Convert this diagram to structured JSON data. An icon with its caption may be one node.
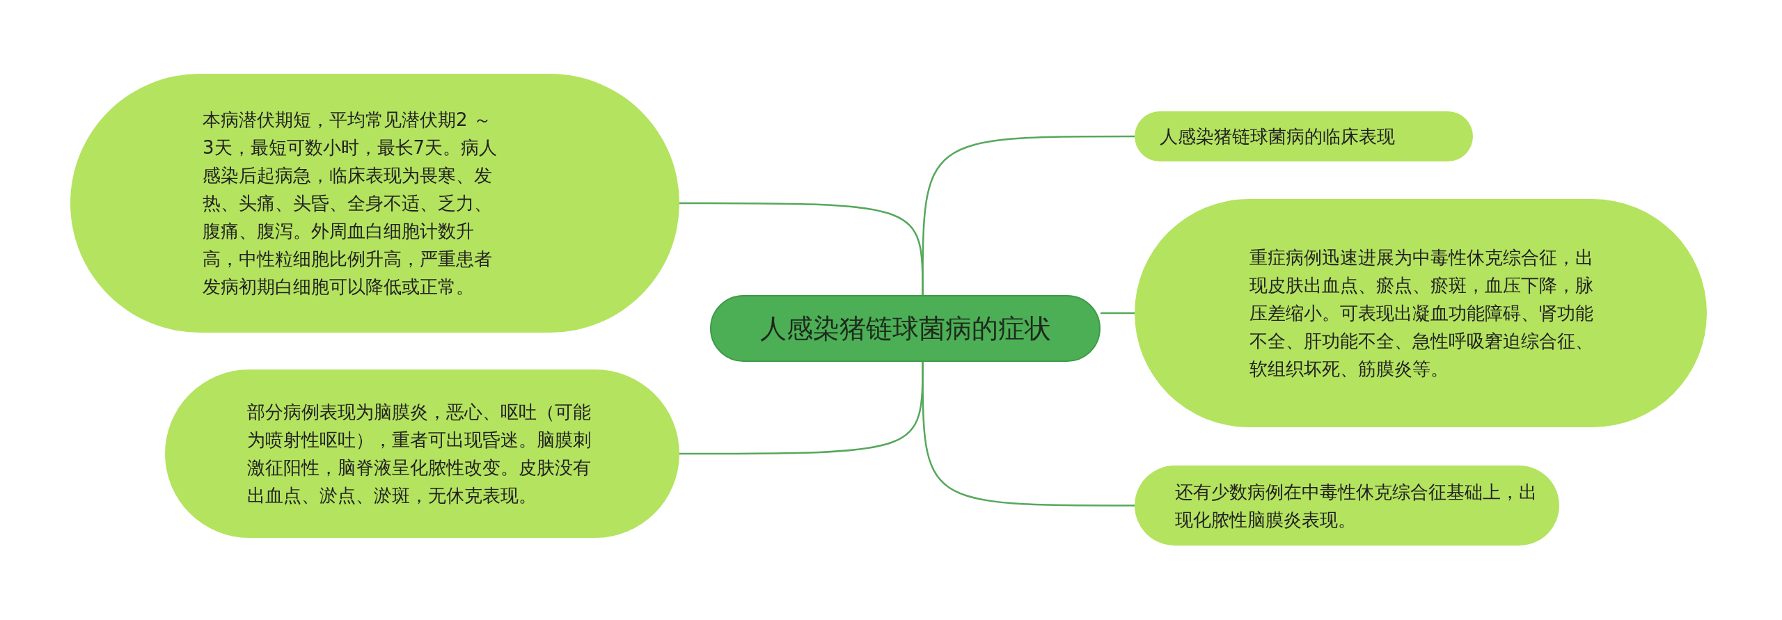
{
  "diagram": {
    "nodes": [
      {
        "text": [
          "人感染猪链球菌病的症状"
        ]
      },
      {
        "text": [
          "本病潜伏期短，平均常见潜伏期2 ～3天，最短可数小时，最长7天。病人感染后起病急，临床表现为畏寒、发热、头痛、头昏、全身不适、乏力、腹痛、腹泻。外周血白细胞计数升高，中性粒细胞比例升高，严重患者发病初期白细胞可以降低或正常。"
        ]
      },
      {
        "text": [
          "部分病例表现为脑膜炎，恶心、呕吐（可能为喷射性呕吐），重者可出现昏迷。脑膜刺激征阳性，脑脊液呈化脓性改变。皮肤没有出血点、淤点、淤斑，无休克表现。"
        ]
      },
      {
        "text": [
          "人感染猪链球菌病的临床表现"
        ]
      },
      {
        "text": [
          "重症病例迅速进展为中毒性休克综合征，出现皮肤出血点、瘀点、瘀斑，血压下降，脉压差缩小。可表现出凝血功能障碍、肾功能不全、肝功能不全、急性呼吸窘迫综合征、软组织坏死、筋膜炎等。"
        ]
      },
      {
        "text": [
          "还有少数病例在中毒性休克综合征基础上，出现化脓性脑膜炎表现。"
        ]
      }
    ],
    "edges": [
      {
        "from": 0,
        "to": 1,
        "arrow": "none"
      },
      {
        "from": 0,
        "to": 2,
        "arrow": "none"
      },
      {
        "from": 0,
        "to": 3,
        "arrow": "none"
      },
      {
        "from": 0,
        "to": 4,
        "arrow": "none"
      },
      {
        "from": 0,
        "to": 5,
        "arrow": "none"
      }
    ]
  }
}
